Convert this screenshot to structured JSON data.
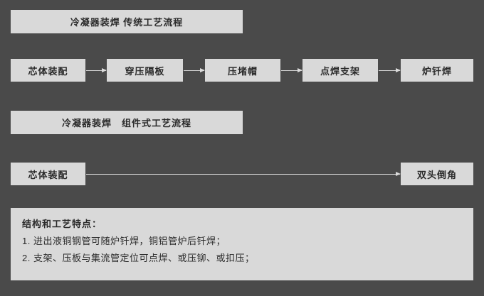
{
  "colors": {
    "background": "#4a4a4a",
    "box": "#d9d9d9",
    "text": "#2b2b2b",
    "arrow": "#dcdcdc"
  },
  "flow1": {
    "title": "冷凝器装焊 传统工艺流程",
    "steps": [
      {
        "label": "芯体装配"
      },
      {
        "label": "穿压隔板"
      },
      {
        "label": "压堵帽"
      },
      {
        "label": "点焊支架"
      },
      {
        "label": "炉钎焊"
      }
    ]
  },
  "flow2": {
    "title": "冷凝器装焊　组件式工艺流程",
    "steps": [
      {
        "label": "芯体装配"
      },
      {
        "label": "双头倒角"
      }
    ]
  },
  "features": {
    "heading": "结构和工艺特点：",
    "items": [
      "1. 进出液铜钢管可随炉钎焊，铜铝管炉后钎焊；",
      "2. 支架、压板与集流管定位可点焊、或压铆、或扣压；"
    ]
  }
}
